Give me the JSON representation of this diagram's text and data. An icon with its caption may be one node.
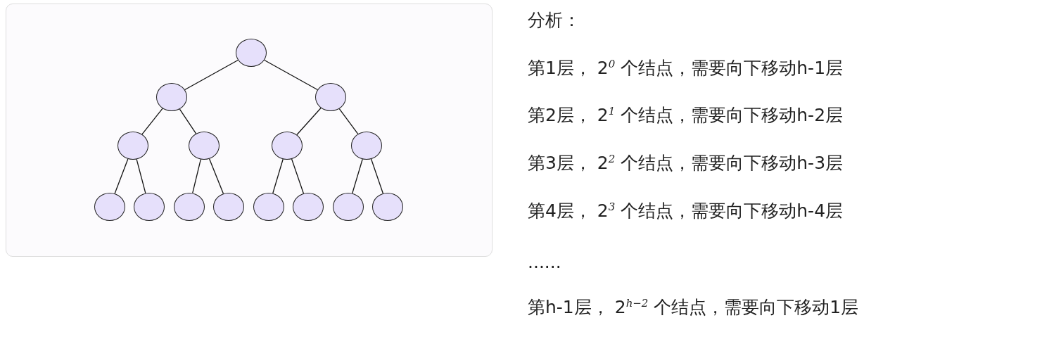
{
  "diagram": {
    "nodes": [
      {
        "text": [],
        "shape": "circle"
      },
      {
        "text": [],
        "shape": "circle"
      },
      {
        "text": [],
        "shape": "circle"
      },
      {
        "text": [],
        "shape": "circle"
      },
      {
        "text": [],
        "shape": "circle"
      },
      {
        "text": [],
        "shape": "circle"
      },
      {
        "text": [],
        "shape": "circle"
      },
      {
        "text": [],
        "shape": "circle"
      },
      {
        "text": [],
        "shape": "circle"
      },
      {
        "text": [],
        "shape": "circle"
      },
      {
        "text": [],
        "shape": "circle"
      },
      {
        "text": [],
        "shape": "circle"
      },
      {
        "text": [],
        "shape": "circle"
      },
      {
        "text": [],
        "shape": "circle"
      },
      {
        "text": [],
        "shape": "circle"
      }
    ],
    "edges": [
      {
        "from": 0,
        "to": 1,
        "arrow": "none"
      },
      {
        "from": 0,
        "to": 2,
        "arrow": "none"
      },
      {
        "from": 1,
        "to": 3,
        "arrow": "none"
      },
      {
        "from": 1,
        "to": 4,
        "arrow": "none"
      },
      {
        "from": 2,
        "to": 5,
        "arrow": "none"
      },
      {
        "from": 2,
        "to": 6,
        "arrow": "none"
      },
      {
        "from": 3,
        "to": 7,
        "arrow": "none"
      },
      {
        "from": 3,
        "to": 8,
        "arrow": "none"
      },
      {
        "from": 4,
        "to": 9,
        "arrow": "none"
      },
      {
        "from": 4,
        "to": 10,
        "arrow": "none"
      },
      {
        "from": 5,
        "to": 11,
        "arrow": "none"
      },
      {
        "from": 5,
        "to": 12,
        "arrow": "none"
      },
      {
        "from": 6,
        "to": 13,
        "arrow": "none"
      },
      {
        "from": 6,
        "to": 14,
        "arrow": "none"
      }
    ],
    "labels": [
      "分析：",
      "第1层， 2$^{0}$ 个结点，需要向下移动h-1层",
      "第2层， 2$^{1}$ 个结点，需要向下移动h-2层",
      "第3层， 2$^{2}$ 个结点，需要向下移动h-3层",
      "第4层， 2$^{3}$ 个结点，需要向下移动h-4层",
      "......",
      "第h-1层， 2$^{h−2}$ 个结点，需要向下移动1层"
    ]
  }
}
